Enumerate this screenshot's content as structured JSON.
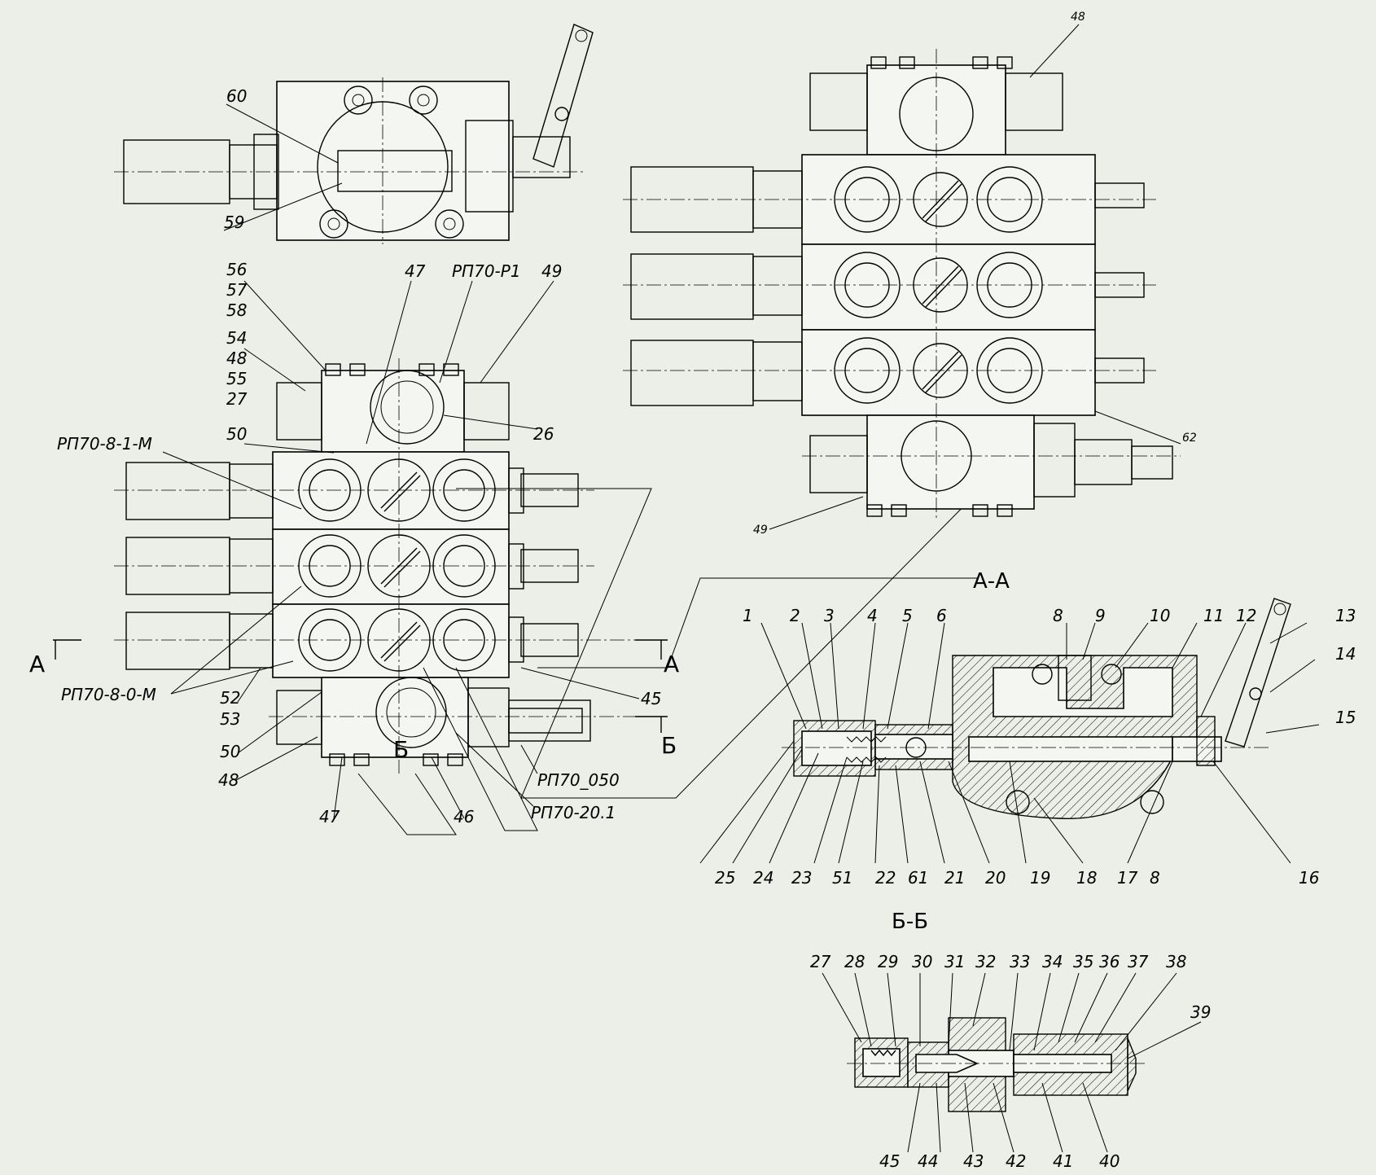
{
  "callouts": {
    "top_view": [
      "60",
      "59"
    ],
    "front_view_left": [
      "56",
      "57",
      "58",
      "54",
      "48",
      "55",
      "27",
      "50",
      "47",
      "РП70-Р1",
      "49",
      "26",
      "РП70-8-1-М",
      "РП70-8-0-М",
      "52",
      "53",
      "50",
      "48",
      "47",
      "46",
      "45",
      "РП70_050",
      "РП70-20.1"
    ],
    "side_view": [
      "48",
      "62",
      "49"
    ],
    "section_aa": [
      "1",
      "2",
      "3",
      "4",
      "5",
      "6",
      "8",
      "9",
      "10",
      "11",
      "12",
      "13",
      "14",
      "15",
      "16",
      "8",
      "17",
      "18",
      "19",
      "20",
      "21",
      "61",
      "22",
      "51",
      "23",
      "24",
      "25"
    ],
    "section_bb": [
      "27",
      "28",
      "29",
      "30",
      "31",
      "32",
      "33",
      "34",
      "35",
      "36",
      "37",
      "38",
      "39",
      "40",
      "41",
      "42",
      "43",
      "44",
      "45"
    ]
  },
  "section_marks": {
    "a_left": "А",
    "a_right": "А",
    "b_left": "Б",
    "b_right": "Б",
    "title_aa": "А-А",
    "title_bb": "Б-Б"
  },
  "colors": {
    "background": "#ebefe8",
    "ink": "#000000"
  }
}
